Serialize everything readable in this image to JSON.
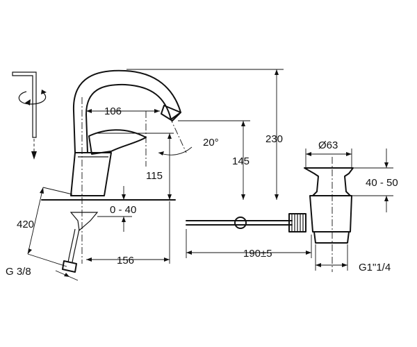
{
  "dimensions": {
    "spout_reach": "106",
    "spout_angle": "20°",
    "total_height": "230",
    "spout_height": "145",
    "handle_height": "115",
    "deck_thickness": "0 - 40",
    "hose_length": "420",
    "hose_thread": "G 3/8",
    "projection": "156",
    "pop_up_rod": "190±5",
    "waste_diameter": "Ø63",
    "waste_height": "40 - 50",
    "waste_thread": "G1\"1/4"
  }
}
